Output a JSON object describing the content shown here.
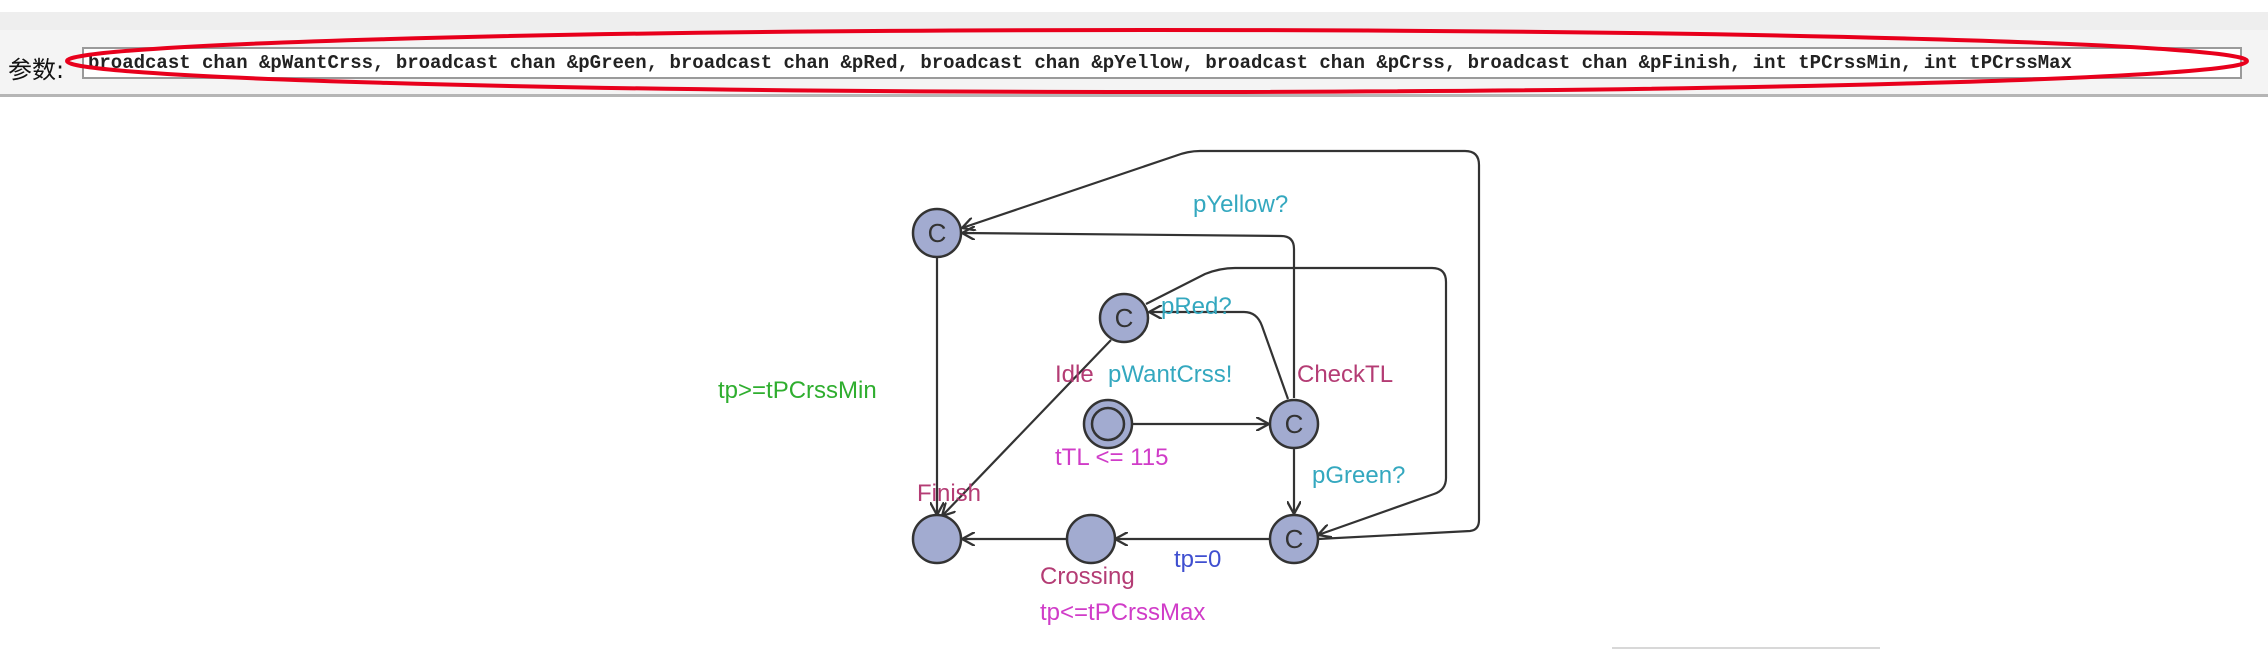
{
  "parameters": {
    "label": "参数:",
    "value": "broadcast chan &pWantCrss, broadcast chan &pGreen, broadcast chan &pRed, broadcast chan &pYellow, broadcast chan &pCrss, broadcast chan &pFinish, int tPCrssMin, int tPCrssMax"
  },
  "automaton": {
    "committed_marker": "C",
    "locations": {
      "idle": {
        "name": "Idle",
        "invariant": "tTL <= 115"
      },
      "check": {
        "name": "CheckTL"
      },
      "crossing": {
        "name": "Crossing",
        "invariant": "tp<=tPCrssMax"
      },
      "finish": {
        "name": "Finish"
      }
    },
    "edges": {
      "want": {
        "sync": "pWantCrss!"
      },
      "yellow": {
        "sync": "pYellow?"
      },
      "red": {
        "sync": "pRed?"
      },
      "green": {
        "sync": "pGreen?"
      },
      "start_cross": {
        "update": "tp=0"
      },
      "min_guard": {
        "guard": "tp>=tPCrssMin"
      }
    }
  },
  "colors": {
    "location_name": "#b43c74",
    "sync": "#34a8bf",
    "guard": "#2fae2f",
    "invariant": "#d03cc8",
    "update": "#3f4fd0",
    "node_fill": "#a2abd0",
    "highlight": "#e8001c"
  }
}
